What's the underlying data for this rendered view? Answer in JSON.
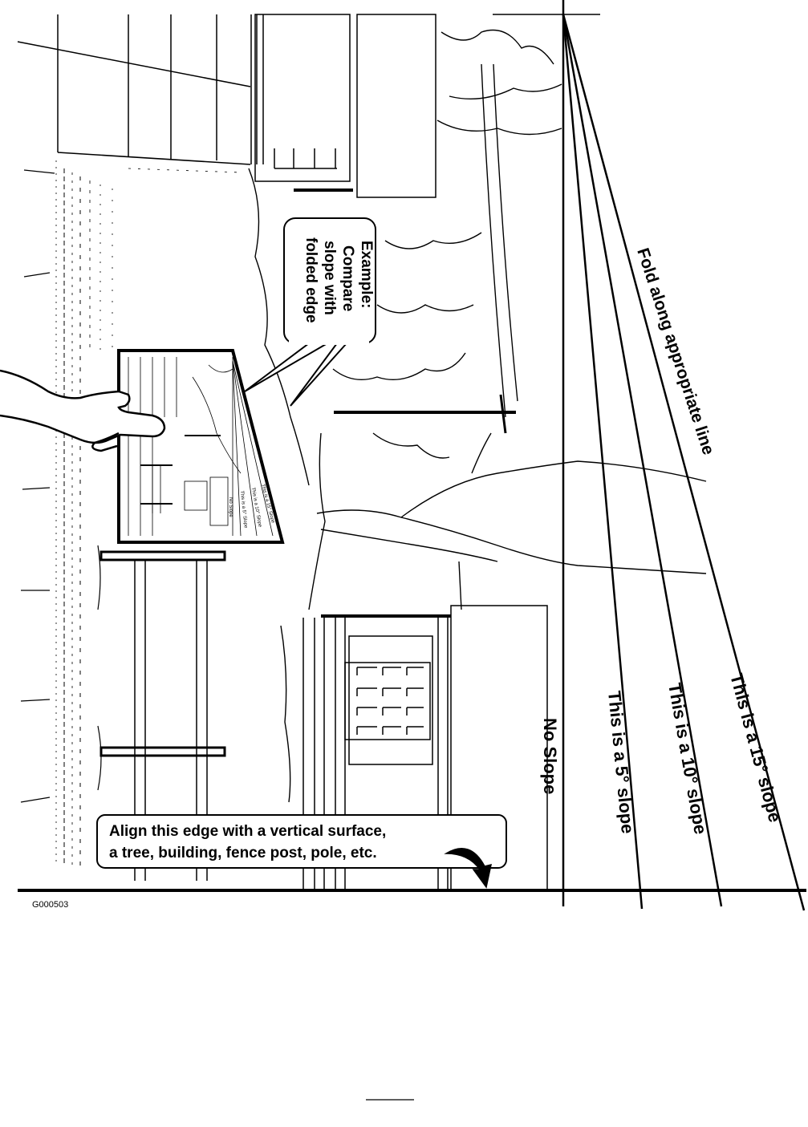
{
  "labels": {
    "fold_line": "Fold along appropriate line",
    "no_slope": "No Slope",
    "slope_5": "This is a 5° slope",
    "slope_10": "This is a 10° slope",
    "slope_15": "This is a 15° slope",
    "example_line1": "Example:",
    "example_line2": "Compare",
    "example_line3": "slope with",
    "example_line4": "folded edge",
    "align_line1": "Align this edge with a vertical surface,",
    "align_line2": "a tree, building, fence post, pole, etc.",
    "figure_id": "G000503",
    "mini_no_slope": "No Slope",
    "mini_5": "This is a 5° Slope",
    "mini_10": "This is a 10° Slope",
    "mini_15": "This is a 15° Slope"
  },
  "colors": {
    "ink": "#000000",
    "paper": "#ffffff"
  }
}
